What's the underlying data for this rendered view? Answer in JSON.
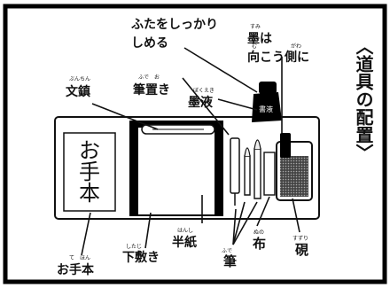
{
  "title": "〈道具の配置〉",
  "tehon_card": "お手本",
  "labels": {
    "futa": "ふたをしっかり",
    "futa2": "しめる",
    "sumi": "墨は",
    "sumi2": "向こう側に",
    "bunchin": "文鎮",
    "fudeoki": "筆置き",
    "bokuteki": "墨液",
    "hanshi": "半紙",
    "shitajiki": "下敷き",
    "otehon": "お手本",
    "fude": "筆",
    "nuno": "布",
    "suzuri": "硯",
    "bottle": "書液"
  },
  "ruby": {
    "sumi": "すみ",
    "mukou": "む",
    "gawa": "がわ",
    "bunchin": "ぶんちん",
    "fude_oki": "ふで　お",
    "bokuteki": "ぼくえき",
    "hanshi": "はんし",
    "shitajiki": "したじ",
    "otehon": "て　ほん",
    "fude": "ふで",
    "nuno": "ぬの",
    "suzuri": "すずり"
  }
}
